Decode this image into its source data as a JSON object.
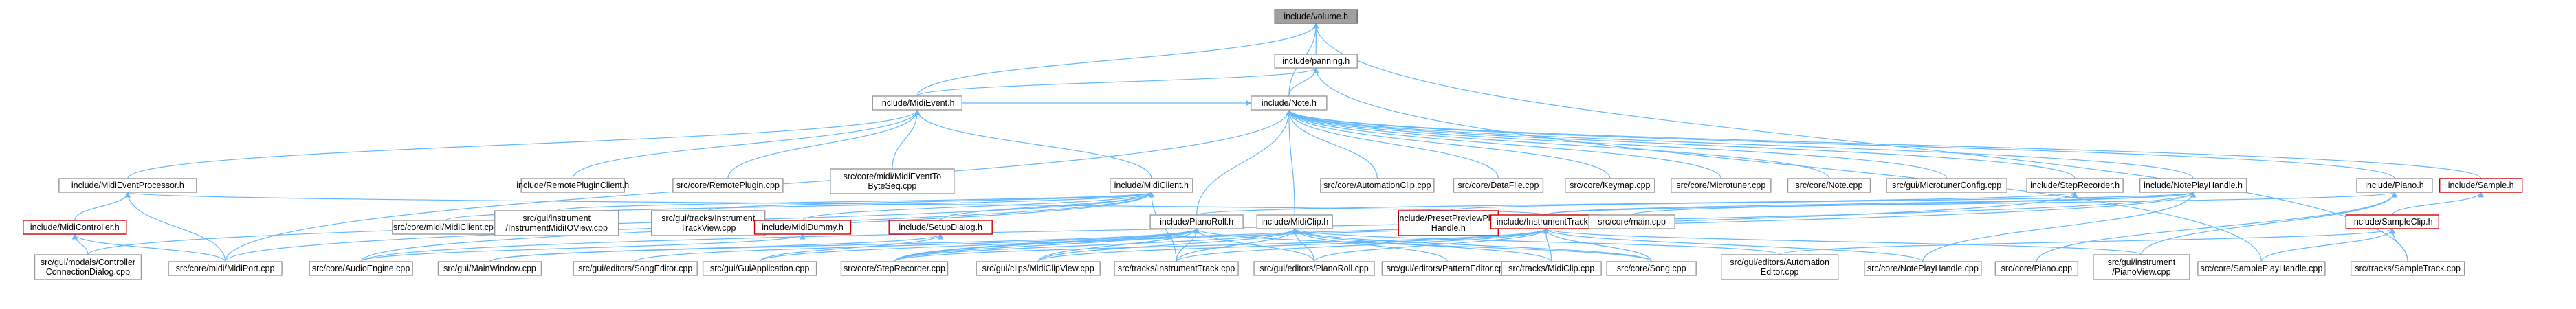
{
  "colors": {
    "edge": "#63b8ff",
    "node_border": "#999999",
    "missing_border": "#d10000",
    "root_fill": "#a0a0a0"
  },
  "nodes": [
    {
      "id": "volume",
      "lines": [
        "include/volume.h"
      ],
      "root": true
    },
    {
      "id": "panning",
      "lines": [
        "include/panning.h"
      ]
    },
    {
      "id": "midievent",
      "lines": [
        "include/MidiEvent.h"
      ]
    },
    {
      "id": "note",
      "lines": [
        "include/Note.h"
      ]
    },
    {
      "id": "midieventproc",
      "lines": [
        "include/MidiEventProcessor.h"
      ]
    },
    {
      "id": "remoteplugclient",
      "lines": [
        "include/RemotePluginClient.h"
      ]
    },
    {
      "id": "remoteplugin",
      "lines": [
        "src/core/RemotePlugin.cpp"
      ]
    },
    {
      "id": "midieventbyteseq",
      "lines": [
        "src/core/midi/MidiEventTo",
        "ByteSeq.cpp"
      ]
    },
    {
      "id": "midiclient",
      "lines": [
        "include/MidiClient.h"
      ]
    },
    {
      "id": "automationclip",
      "lines": [
        "src/core/AutomationClip.cpp"
      ]
    },
    {
      "id": "datafile",
      "lines": [
        "src/core/DataFile.cpp"
      ]
    },
    {
      "id": "keymap",
      "lines": [
        "src/core/Keymap.cpp"
      ]
    },
    {
      "id": "microtuner",
      "lines": [
        "src/core/Microtuner.cpp"
      ]
    },
    {
      "id": "notecpp",
      "lines": [
        "src/core/Note.cpp"
      ]
    },
    {
      "id": "microtunerconfig",
      "lines": [
        "src/gui/MicrotunerConfig.cpp"
      ]
    },
    {
      "id": "steprecorderh",
      "lines": [
        "include/StepRecorder.h"
      ]
    },
    {
      "id": "noteplayhandle",
      "lines": [
        "include/NotePlayHandle.h"
      ]
    },
    {
      "id": "pianoh",
      "lines": [
        "include/Piano.h"
      ]
    },
    {
      "id": "sampleh",
      "lines": [
        "include/Sample.h"
      ],
      "red": true
    },
    {
      "id": "midicontroller",
      "lines": [
        "include/MidiController.h"
      ],
      "red": true
    },
    {
      "id": "midiclientcpp",
      "lines": [
        "src/core/midi/MidiClient.cpp"
      ]
    },
    {
      "id": "instrmidiioview",
      "lines": [
        "src/gui/instrument",
        "/InstrumentMidiIOView.cpp"
      ]
    },
    {
      "id": "instrtrackview",
      "lines": [
        "src/gui/tracks/Instrument",
        "TrackView.cpp"
      ]
    },
    {
      "id": "mididummy",
      "lines": [
        "include/MidiDummy.h"
      ],
      "red": true
    },
    {
      "id": "setupdialog",
      "lines": [
        "include/SetupDialog.h"
      ],
      "red": true
    },
    {
      "id": "pianoroll",
      "lines": [
        "include/PianoRoll.h"
      ]
    },
    {
      "id": "midiclip",
      "lines": [
        "include/MidiClip.h"
      ]
    },
    {
      "id": "presetpreview",
      "lines": [
        "include/PresetPreviewPlay",
        "Handle.h"
      ],
      "red": true
    },
    {
      "id": "instrtrackh",
      "lines": [
        "include/InstrumentTrack.h"
      ],
      "red": true
    },
    {
      "id": "coremain",
      "lines": [
        "src/core/main.cpp"
      ]
    },
    {
      "id": "sampleclip",
      "lines": [
        "include/SampleClip.h"
      ],
      "red": true
    },
    {
      "id": "controllerconn",
      "lines": [
        "src/gui/modals/Controller",
        "ConnectionDialog.cpp"
      ]
    },
    {
      "id": "midiport",
      "lines": [
        "src/core/midi/MidiPort.cpp"
      ]
    },
    {
      "id": "audioengine",
      "lines": [
        "src/core/AudioEngine.cpp"
      ]
    },
    {
      "id": "mainwindow",
      "lines": [
        "src/gui/MainWindow.cpp"
      ]
    },
    {
      "id": "songeditor",
      "lines": [
        "src/gui/editors/SongEditor.cpp"
      ]
    },
    {
      "id": "guiapp",
      "lines": [
        "src/gui/GuiApplication.cpp"
      ]
    },
    {
      "id": "steprecordercpp",
      "lines": [
        "src/core/StepRecorder.cpp"
      ]
    },
    {
      "id": "midiclipview",
      "lines": [
        "src/gui/clips/MidiClipView.cpp"
      ]
    },
    {
      "id": "instrtrackcpp",
      "lines": [
        "src/tracks/InstrumentTrack.cpp"
      ]
    },
    {
      "id": "pianorollcpp",
      "lines": [
        "src/gui/editors/PianoRoll.cpp"
      ]
    },
    {
      "id": "patterneditor",
      "lines": [
        "src/gui/editors/PatternEditor.cpp"
      ]
    },
    {
      "id": "midiclipcpp",
      "lines": [
        "src/tracks/MidiClip.cpp"
      ]
    },
    {
      "id": "songcpp",
      "lines": [
        "src/core/Song.cpp"
      ]
    },
    {
      "id": "automationeditor",
      "lines": [
        "src/gui/editors/Automation",
        "Editor.cpp"
      ]
    },
    {
      "id": "noteplayhandlecpp",
      "lines": [
        "src/core/NotePlayHandle.cpp"
      ]
    },
    {
      "id": "pianocpp",
      "lines": [
        "src/core/Piano.cpp"
      ]
    },
    {
      "id": "pianoview",
      "lines": [
        "src/gui/instrument",
        "/PianoView.cpp"
      ]
    },
    {
      "id": "sampleplayhandle",
      "lines": [
        "src/core/SamplePlayHandle.cpp"
      ]
    },
    {
      "id": "sampletrack",
      "lines": [
        "src/tracks/SampleTrack.cpp"
      ]
    }
  ],
  "edges": [
    [
      "volume",
      "panning"
    ],
    [
      "volume",
      "midievent"
    ],
    [
      "volume",
      "note"
    ],
    [
      "volume",
      "sampletrack"
    ],
    [
      "panning",
      "midievent"
    ],
    [
      "panning",
      "note"
    ],
    [
      "panning",
      "sampleplayhandle"
    ],
    [
      "midievent",
      "midieventproc"
    ],
    [
      "midievent",
      "remoteplugclient"
    ],
    [
      "midievent",
      "remoteplugin"
    ],
    [
      "midievent",
      "midieventbyteseq"
    ],
    [
      "midievent",
      "midiclient"
    ],
    [
      "note",
      "midievent"
    ],
    [
      "note",
      "automationclip"
    ],
    [
      "note",
      "datafile"
    ],
    [
      "note",
      "keymap"
    ],
    [
      "note",
      "microtuner"
    ],
    [
      "note",
      "notecpp"
    ],
    [
      "note",
      "microtunerconfig"
    ],
    [
      "note",
      "steprecorderh"
    ],
    [
      "note",
      "noteplayhandle"
    ],
    [
      "note",
      "pianoh"
    ],
    [
      "note",
      "sampleh"
    ],
    [
      "note",
      "pianoroll"
    ],
    [
      "note",
      "midiclip"
    ],
    [
      "note",
      "midiport"
    ],
    [
      "midieventproc",
      "midicontroller"
    ],
    [
      "midieventproc",
      "midiport"
    ],
    [
      "midieventproc",
      "instrtrackh"
    ],
    [
      "midiclient",
      "midiclientcpp"
    ],
    [
      "midiclient",
      "instrmidiioview"
    ],
    [
      "midiclient",
      "instrtrackview"
    ],
    [
      "midiclient",
      "mididummy"
    ],
    [
      "midiclient",
      "setupdialog"
    ],
    [
      "midiclient",
      "controllerconn"
    ],
    [
      "midiclient",
      "midiport"
    ],
    [
      "midiclient",
      "audioengine"
    ],
    [
      "midiclient",
      "instrtrackcpp"
    ],
    [
      "midicontroller",
      "controllerconn"
    ],
    [
      "midicontroller",
      "midiport"
    ],
    [
      "mididummy",
      "audioengine"
    ],
    [
      "setupdialog",
      "mainwindow"
    ],
    [
      "setupdialog",
      "guiapp"
    ],
    [
      "steprecorderh",
      "steprecordercpp"
    ],
    [
      "steprecorderh",
      "pianoroll"
    ],
    [
      "noteplayhandle",
      "presetpreview"
    ],
    [
      "noteplayhandle",
      "instrtrackh"
    ],
    [
      "noteplayhandle",
      "coremain"
    ],
    [
      "noteplayhandle",
      "noteplayhandlecpp"
    ],
    [
      "noteplayhandle",
      "steprecordercpp"
    ],
    [
      "noteplayhandle",
      "audioengine"
    ],
    [
      "pianoh",
      "instrtrackh"
    ],
    [
      "pianoh",
      "pianocpp"
    ],
    [
      "pianoh",
      "pianoview"
    ],
    [
      "sampleh",
      "sampleclip"
    ],
    [
      "pianoroll",
      "mainwindow"
    ],
    [
      "pianoroll",
      "songeditor"
    ],
    [
      "pianoroll",
      "guiapp"
    ],
    [
      "pianoroll",
      "steprecordercpp"
    ],
    [
      "pianoroll",
      "midiclipview"
    ],
    [
      "pianoroll",
      "instrtrackcpp"
    ],
    [
      "pianoroll",
      "pianorollcpp"
    ],
    [
      "pianoroll",
      "songcpp"
    ],
    [
      "midiclip",
      "steprecordercpp"
    ],
    [
      "midiclip",
      "midiclipview"
    ],
    [
      "midiclip",
      "pianorollcpp"
    ],
    [
      "midiclip",
      "patterneditor"
    ],
    [
      "midiclip",
      "midiclipcpp"
    ],
    [
      "midiclip",
      "songcpp"
    ],
    [
      "midiclip",
      "instrtrackcpp"
    ],
    [
      "midiclip",
      "automationeditor"
    ],
    [
      "instrtrackh",
      "midiclipview"
    ],
    [
      "instrtrackh",
      "pianorollcpp"
    ],
    [
      "instrtrackh",
      "instrtrackcpp"
    ],
    [
      "instrtrackh",
      "midiclipcpp"
    ],
    [
      "instrtrackh",
      "songcpp"
    ],
    [
      "instrtrackh",
      "noteplayhandlecpp"
    ],
    [
      "instrtrackh",
      "pianoview"
    ],
    [
      "instrtrackh",
      "steprecordercpp"
    ],
    [
      "sampleclip",
      "automationeditor"
    ],
    [
      "sampleclip",
      "sampleplayhandle"
    ],
    [
      "sampleclip",
      "sampletrack"
    ]
  ]
}
